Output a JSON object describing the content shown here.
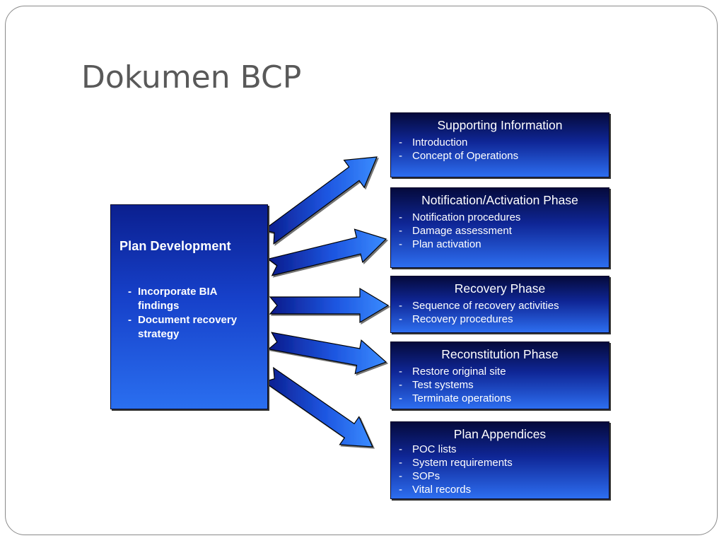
{
  "slide": {
    "title": "Dokumen BCP"
  },
  "diagram": {
    "main": {
      "title": "Plan Development",
      "items": [
        "Incorporate BIA findings",
        "Document recovery strategy"
      ]
    },
    "phases": [
      {
        "title": "Supporting Information",
        "items": [
          "Introduction",
          "Concept of Operations"
        ]
      },
      {
        "title": "Notification/Activation Phase",
        "items": [
          "Notification procedures",
          "Damage assessment",
          "Plan activation"
        ]
      },
      {
        "title": "Recovery Phase",
        "items": [
          "Sequence of recovery activities",
          "Recovery procedures"
        ]
      },
      {
        "title": "Reconstitution Phase",
        "items": [
          "Restore original site",
          "Test systems",
          "Terminate operations"
        ]
      },
      {
        "title": "Plan Appendices",
        "items": [
          "POC lists",
          "System requirements",
          "SOPs",
          "Vital records"
        ]
      }
    ],
    "colors": {
      "box_dark": "#050a3c",
      "box_light": "#2d6ef0",
      "arrow_dark": "#0a1a8a",
      "arrow_light": "#3a8cff",
      "title_text": "#595959"
    }
  }
}
